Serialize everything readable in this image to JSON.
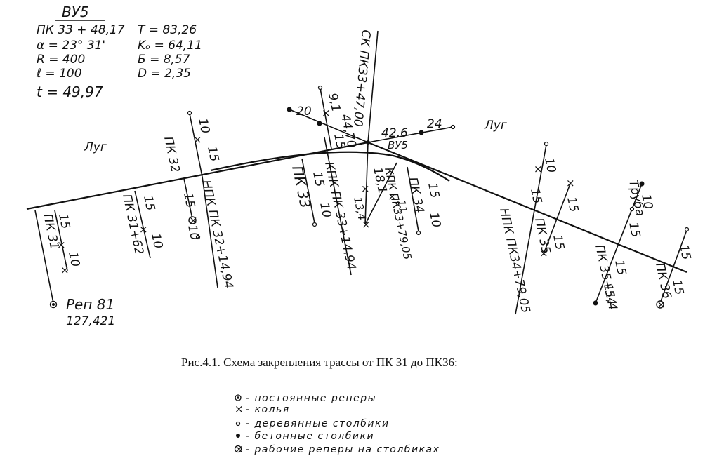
{
  "curve_params": {
    "title": "ВУ5",
    "pk": "ПК 33 + 48,17",
    "alpha": "α = 23° 31'",
    "R": "R = 400",
    "l": "ℓ = 100",
    "t": "t = 49,97",
    "T": "T = 83,26",
    "K0": "Kₒ = 64,11",
    "B": "Б = 8,57",
    "D": "D = 2,35"
  },
  "labels": {
    "meadow_left": "Луг",
    "meadow_right": "Луг",
    "vu": "ВУ5",
    "sk": "СК ПК33+47,00",
    "pk31": "ПК 31",
    "pk31_62": "ПК 31+62",
    "pk32": "ПК 32",
    "npk32": "НПК ПК 32+14,94",
    "pk33": "ПК 33",
    "kpk33": "КПК ПК 33+14,94",
    "kpk33b": "КПК ПК33+79,05",
    "pk34": "ПК 34",
    "npk34": "НПК ПК34+79,05",
    "pk35": "ПК 35",
    "pk35_54": "ПК 35+54",
    "truba": "Труба",
    "pk36": "ПК 36",
    "rep_name": "Реп 81",
    "rep_value": "127,421"
  },
  "numbers": {
    "n15_a": "15",
    "n10_a": "10",
    "n15_b": "15",
    "n10_b": "10",
    "n10_c": "10",
    "n15_c": "15",
    "n15_d": "15",
    "n10_d": "10",
    "n20": "20",
    "n91": "9,1",
    "n4470": "44,70",
    "n426": "42,6",
    "n24": "24",
    "n15_e": "15",
    "n15_f": "15",
    "n10_f": "10",
    "n181": "18,1",
    "n134": "13,4",
    "n11": "11",
    "n15_g": "15",
    "n10_g": "10",
    "n10_h": "10",
    "n15_h": "15",
    "n15_i": "15",
    "n15_i2": "15",
    "n10_j": "10",
    "n15_j": "15",
    "n15_k": "15",
    "n114": "11,4",
    "n15_l": "15",
    "n15_l2": "15"
  },
  "caption": "Рис.4.1. Схема закрепления трассы от ПК 31 до ПК36:",
  "legend": [
    {
      "symbol": "permanent-benchmark",
      "text": "- постоянные реперы"
    },
    {
      "symbol": "stake",
      "text": "- колья"
    },
    {
      "symbol": "wooden-post",
      "text": "- деревянные столбики"
    },
    {
      "symbol": "concrete-post",
      "text": "- бетонные столбики"
    },
    {
      "symbol": "working-benchmark",
      "text": "- рабочие реперы на столбиках"
    }
  ]
}
